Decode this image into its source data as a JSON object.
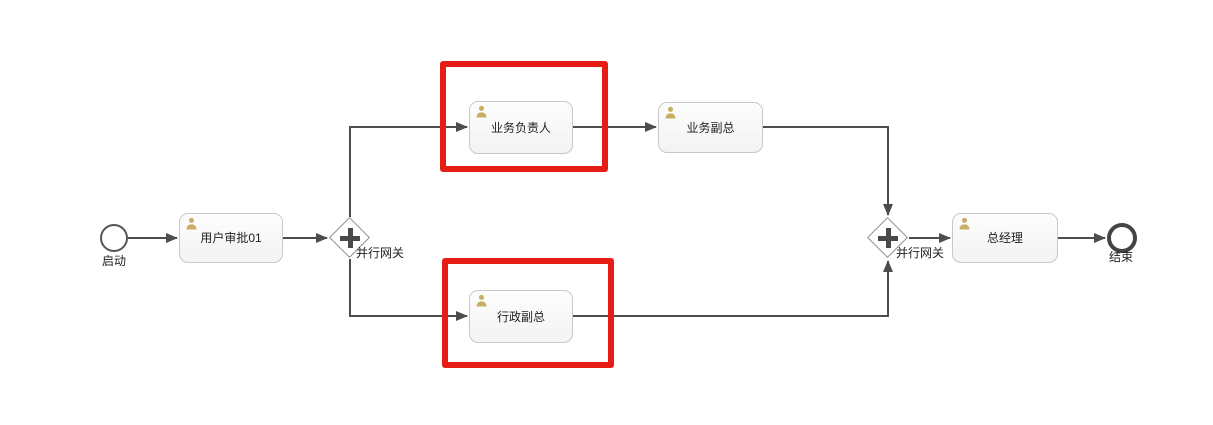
{
  "diagram": {
    "nodes": {
      "start": {
        "label": "启动"
      },
      "task_user_approval": {
        "label": "用户审批01"
      },
      "gateway_split": {
        "label": "并行网关"
      },
      "task_business_owner": {
        "label": "业务负责人"
      },
      "task_business_vp": {
        "label": "业务副总"
      },
      "task_admin_vp": {
        "label": "行政副总"
      },
      "gateway_join": {
        "label": "并行网关"
      },
      "task_general_manager": {
        "label": "总经理"
      },
      "end": {
        "label": "结束"
      }
    },
    "colors": {
      "connector": "#4d4d4d",
      "node_border": "#c8c8c8",
      "gateway_border": "#8f8f8f",
      "user_icon": "#c8ae63",
      "highlight": "#e61d15",
      "text": "#222222"
    }
  }
}
